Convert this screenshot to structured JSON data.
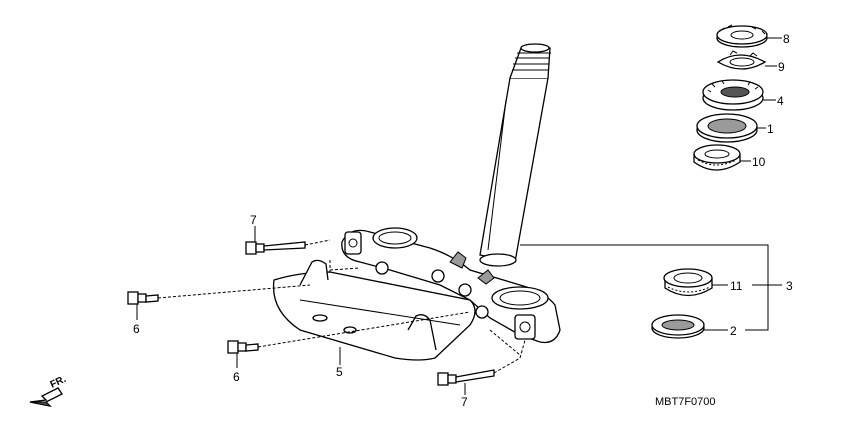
{
  "parts": {
    "p1": "1",
    "p2": "2",
    "p3": "3",
    "p4": "4",
    "p5": "5",
    "p6a": "6",
    "p6b": "6",
    "p7a": "7",
    "p7b": "7",
    "p8": "8",
    "p9": "9",
    "p10": "10",
    "p11": "11"
  },
  "direction_label": "FR.",
  "diagram_code": "MBT7F0700",
  "icons": {
    "direction": "front-arrow-icon"
  }
}
